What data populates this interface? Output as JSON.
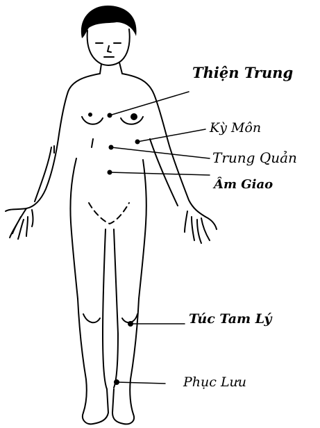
{
  "points": {
    "thien_trung": "Thiện Trung",
    "ky_mon": "Kỳ Môn",
    "trung_quan": "Trung Quản",
    "am_giao": "Âm Giao",
    "tuc_tam_ly": "Túc Tam Lý",
    "phuc_luu": "Phục Lưu"
  },
  "colors": {
    "ink": "#000000",
    "background": "#ffffff"
  }
}
